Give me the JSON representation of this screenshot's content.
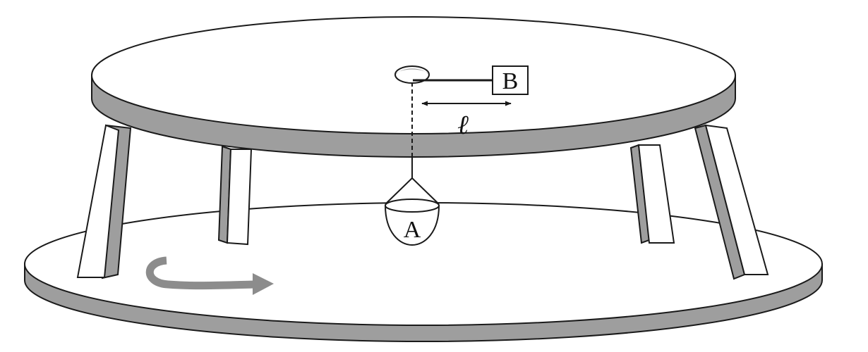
{
  "labels": {
    "mass_a": "A",
    "block_b": "B",
    "length": "ℓ"
  },
  "colors": {
    "outline": "#1a1a1a",
    "rim": "#9e9e9e",
    "leg_shade": "#9e9e9e",
    "surface": "#ffffff",
    "rotation_arrow": "#8c8c8c"
  },
  "icons": {
    "rotation": "curved-arrow-icon",
    "dimension": "double-arrow-icon"
  }
}
